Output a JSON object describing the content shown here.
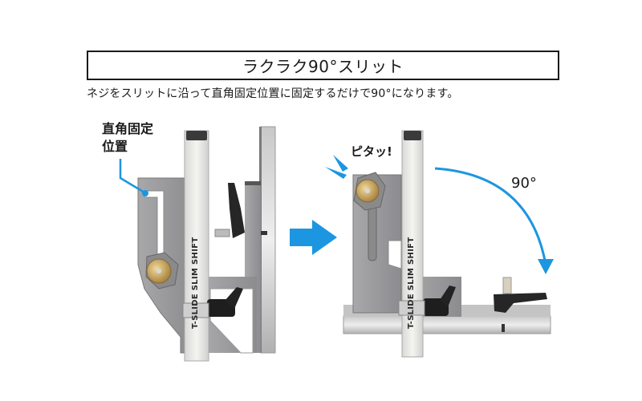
{
  "header": {
    "title": "ラクラク90°スリット",
    "description": "ネジをスリットに沿って直角固定位置に固定するだけで90°になります。"
  },
  "left_panel": {
    "callout": {
      "line1": "直角固定",
      "line2": "位置"
    },
    "ruler_label": "T-SLIDE SLIM SHIFT"
  },
  "right_panel": {
    "sound_label": "ピタッ!",
    "angle_label": "90°",
    "ruler_label": "T-SLIDE SLIM SHIFT"
  },
  "colors": {
    "accent_blue": "#1c96e0",
    "text": "#1a1a1a",
    "metal": "#9a9a9c",
    "ruler": "#eeeeea",
    "brass": "#c9a766",
    "knob": "#2a2a2a"
  },
  "icons": {
    "transition_arrow": "right-arrow-icon",
    "rotation_arrow": "curved-arrow-icon",
    "impact_lines": "impact-lines-icon",
    "callout_pointer": "callout-line-icon"
  }
}
